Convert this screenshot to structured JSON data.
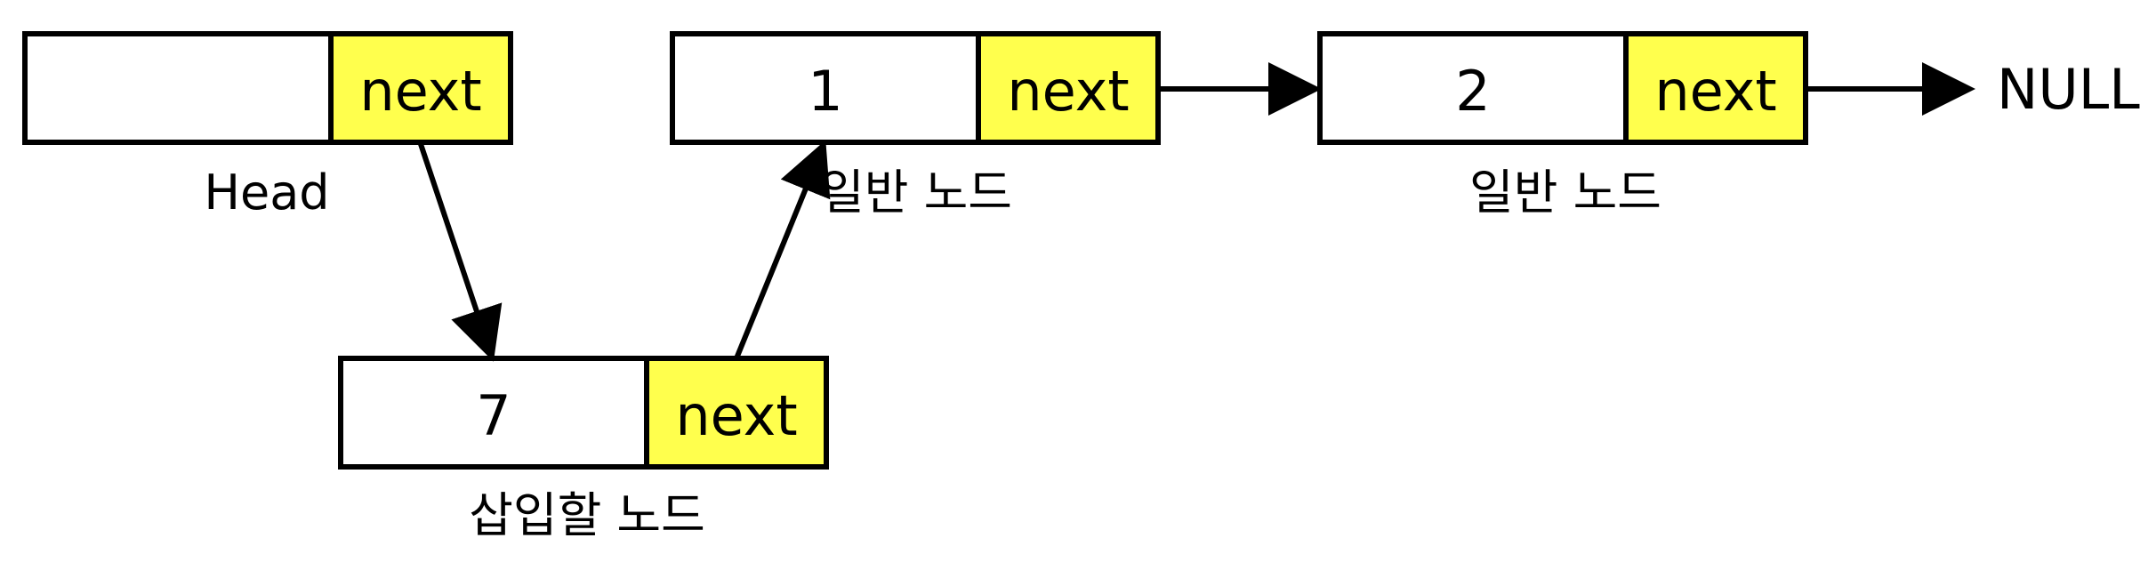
{
  "colors": {
    "pointer_fill": "#ffff4d",
    "value_fill": "#ffffff",
    "stroke": "#000000"
  },
  "nodes": {
    "head": {
      "value": "",
      "pointer": "next",
      "caption": "Head"
    },
    "node1": {
      "value": "1",
      "pointer": "next",
      "caption": "일반 노드"
    },
    "node2": {
      "value": "2",
      "pointer": "next",
      "caption": "일반 노드"
    },
    "inserted": {
      "value": "7",
      "pointer": "next",
      "caption": "삽입할 노드"
    }
  },
  "terminal": {
    "label": "NULL"
  }
}
